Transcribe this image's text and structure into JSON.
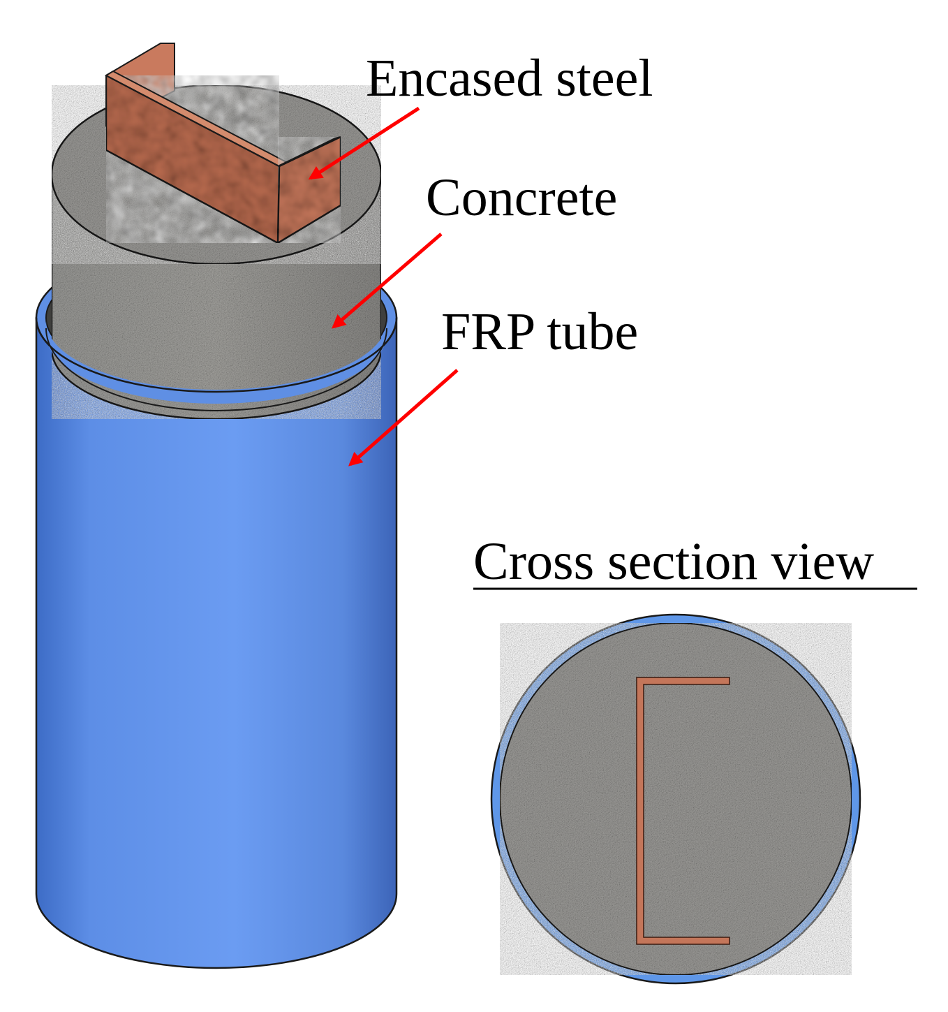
{
  "labels": {
    "encased_steel": "Encased steel",
    "concrete": "Concrete",
    "frp_tube": "FRP tube",
    "cross_section_title": "Cross section view"
  },
  "colors": {
    "frp_blue": "#5b8fe6",
    "frp_blue_dark": "#2f5eb8",
    "concrete_gray": "#8d8d8a",
    "steel_copper": "#b5674d",
    "arrow_red": "#ff0000",
    "outline": "#1a1a1a"
  },
  "components": [
    "encased steel channel section",
    "concrete core",
    "FRP tube"
  ]
}
